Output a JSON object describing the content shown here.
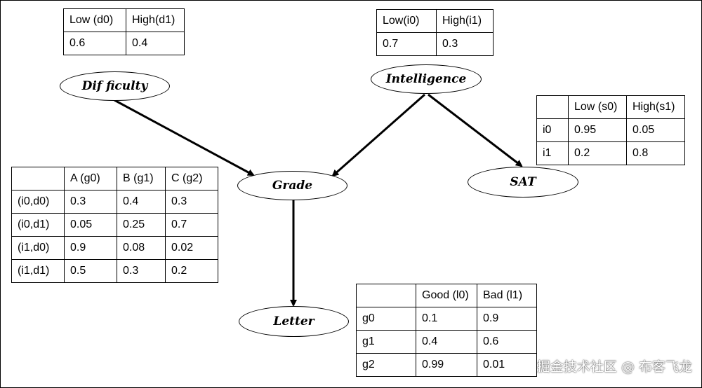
{
  "nodes": {
    "difficulty": "Dif ficulty",
    "intelligence": "Intelligence",
    "grade": "Grade",
    "sat": "SAT",
    "letter": "Letter"
  },
  "tables": {
    "difficulty": {
      "header": [
        "Low (d0)",
        "High(d1)"
      ],
      "rows": [
        [
          "0.6",
          "0.4"
        ]
      ]
    },
    "intelligence": {
      "header": [
        "Low(i0)",
        "High(i1)"
      ],
      "rows": [
        [
          "0.7",
          "0.3"
        ]
      ]
    },
    "sat": {
      "header": [
        "",
        "Low (s0)",
        "High(s1)"
      ],
      "rows": [
        [
          "i0",
          "0.95",
          "0.05"
        ],
        [
          "i1",
          "0.2",
          "0.8"
        ]
      ]
    },
    "grade": {
      "header": [
        "",
        "A (g0)",
        "B (g1)",
        "C (g2)"
      ],
      "rows": [
        [
          "(i0,d0)",
          "0.3",
          "0.4",
          "0.3"
        ],
        [
          "(i0,d1)",
          "0.05",
          "0.25",
          "0.7"
        ],
        [
          "(i1,d0)",
          "0.9",
          "0.08",
          "0.02"
        ],
        [
          "(i1,d1)",
          "0.5",
          "0.3",
          "0.2"
        ]
      ]
    },
    "letter": {
      "header": [
        "",
        "Good (l0)",
        "Bad (l1)"
      ],
      "rows": [
        [
          "g0",
          "0.1",
          "0.9"
        ],
        [
          "g1",
          "0.4",
          "0.6"
        ],
        [
          "g2",
          "0.99",
          "0.01"
        ]
      ]
    }
  },
  "watermark": "掘金技术社区 @ 布客飞龙"
}
